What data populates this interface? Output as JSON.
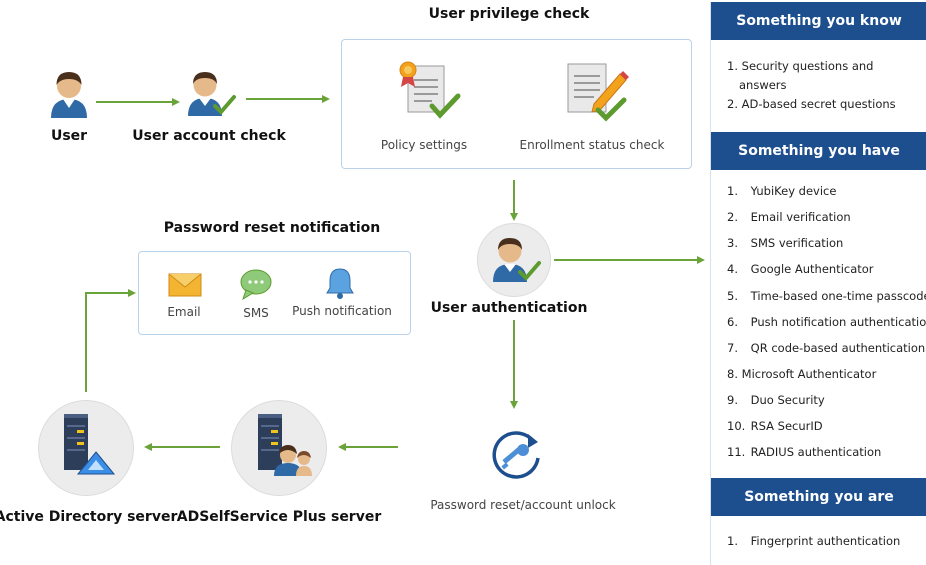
{
  "nodes": {
    "user": "User",
    "user_account_check": "User account check",
    "user_privilege_check": "User privilege check",
    "policy_settings": "Policy settings",
    "enrollment_status_check": "Enrollment status check",
    "password_reset_notification": "Password reset notification",
    "email": "Email",
    "sms": "SMS",
    "push_notification": "Push notification",
    "user_authentication": "User authentication",
    "password_reset_unlock": "Password reset/account unlock",
    "adselfservice_server": "ADSelfService Plus server",
    "active_directory_server": "Active Directory server"
  },
  "panel": {
    "know": {
      "title": "Something you know",
      "items": [
        {
          "n": "1.",
          "t": "Security questions and"
        },
        {
          "n": "",
          "t": "answers"
        },
        {
          "n": "2.",
          "t": "AD-based secret questions"
        }
      ]
    },
    "have": {
      "title": "Something you have",
      "items": [
        {
          "n": "1.",
          "t": "YubiKey device"
        },
        {
          "n": "2.",
          "t": "Email verification"
        },
        {
          "n": "3.",
          "t": "SMS verification"
        },
        {
          "n": "4.",
          "t": "Google Authenticator"
        },
        {
          "n": "5.",
          "t": "Time-based one-time passcodes"
        },
        {
          "n": "6.",
          "t": "Push notification authentication"
        },
        {
          "n": "7.",
          "t": "QR code-based authentication"
        },
        {
          "n": "8.",
          "t": "Microsoft Authenticator"
        },
        {
          "n": "9.",
          "t": "Duo Security"
        },
        {
          "n": "10.",
          "t": "RSA SecurID"
        },
        {
          "n": "11.",
          "t": "RADIUS authentication"
        }
      ]
    },
    "are": {
      "title": "Something you are",
      "items": [
        {
          "n": "1.",
          "t": "Fingerprint authentication"
        }
      ]
    }
  },
  "colors": {
    "arrow": "#6aa33a",
    "header": "#1d4f8f",
    "box_border": "#b9d3ea",
    "check": "#5d9b2f"
  }
}
